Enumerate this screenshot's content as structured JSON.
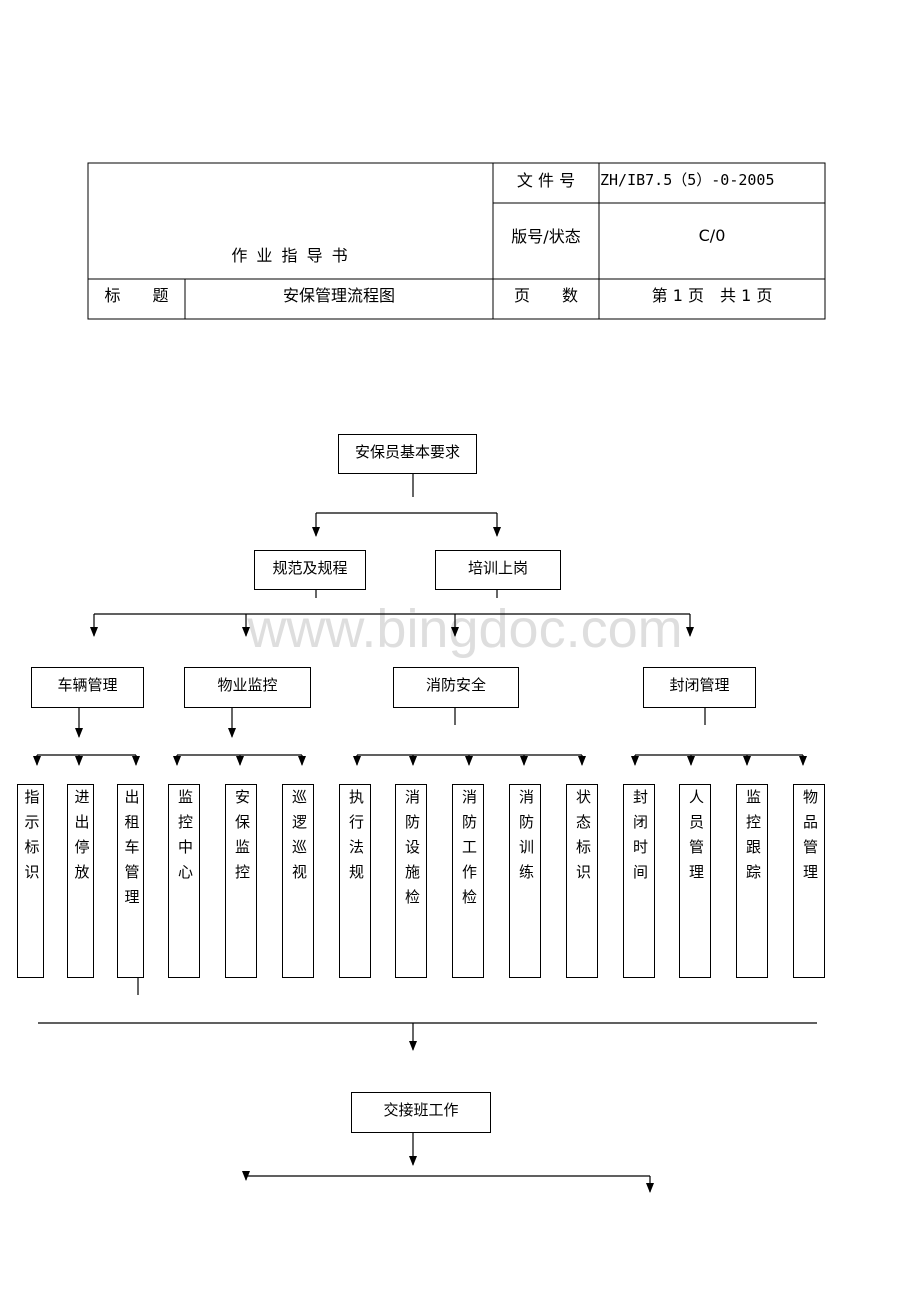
{
  "header": {
    "doc_type": "作 业 指 导 书",
    "file_no_label": "文 件 号",
    "file_no_value": "ZH/IB7.5（5）-0-2005",
    "version_label": "版号/状态",
    "version_value": "C/0",
    "title_label": "标　　题",
    "title_value": "安保管理流程图",
    "pages_label": "页　　数",
    "pages_value": "第 1 页　共 1 页"
  },
  "watermark": "www.bingdoc.com",
  "flow": {
    "root": "安保员基本要求",
    "level2": [
      "规范及规程",
      "培训上岗"
    ],
    "level3": [
      "车辆管理",
      "物业监控",
      "消防安全",
      "封闭管理"
    ],
    "leaves": {
      "vehicle": [
        "指示标识",
        "进出停放",
        "出租车管理"
      ],
      "monitor": [
        "监控中心",
        "安保监控",
        "巡逻巡视"
      ],
      "fire": [
        "执行法规",
        "消防设施检",
        "消防工作检",
        "消防训练",
        "状态标识"
      ],
      "closed": [
        "封闭时间",
        "人员管理",
        "监控跟踪",
        "物品管理"
      ]
    },
    "handover": "交接班工作"
  }
}
